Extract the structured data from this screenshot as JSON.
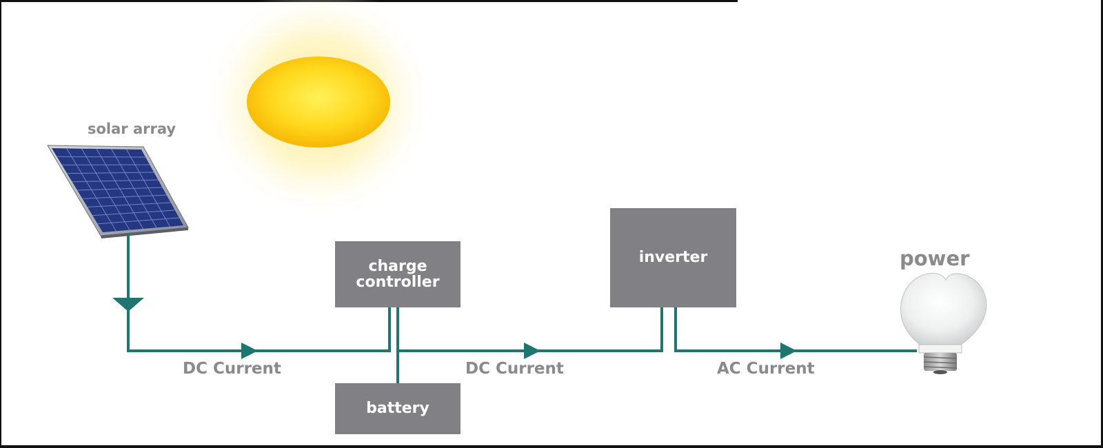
{
  "labels": {
    "solar_array": "solar array",
    "power": "power",
    "dc_current_1": "DC Current",
    "dc_current_2": "DC Current",
    "ac_current": "AC Current"
  },
  "boxes": {
    "charge_controller": "charge controller",
    "inverter": "inverter",
    "battery": "battery"
  },
  "colors": {
    "wire": "#1f7670",
    "box_fill": "#818185",
    "box_text": "#ffffff",
    "label_text": "#8a8a8d",
    "sun_core": "#ffdd1a",
    "panel_cells": "#2c3f8c"
  },
  "icons": [
    "sun-icon",
    "solar-panel-icon",
    "light-bulb-icon",
    "arrow-icon"
  ]
}
